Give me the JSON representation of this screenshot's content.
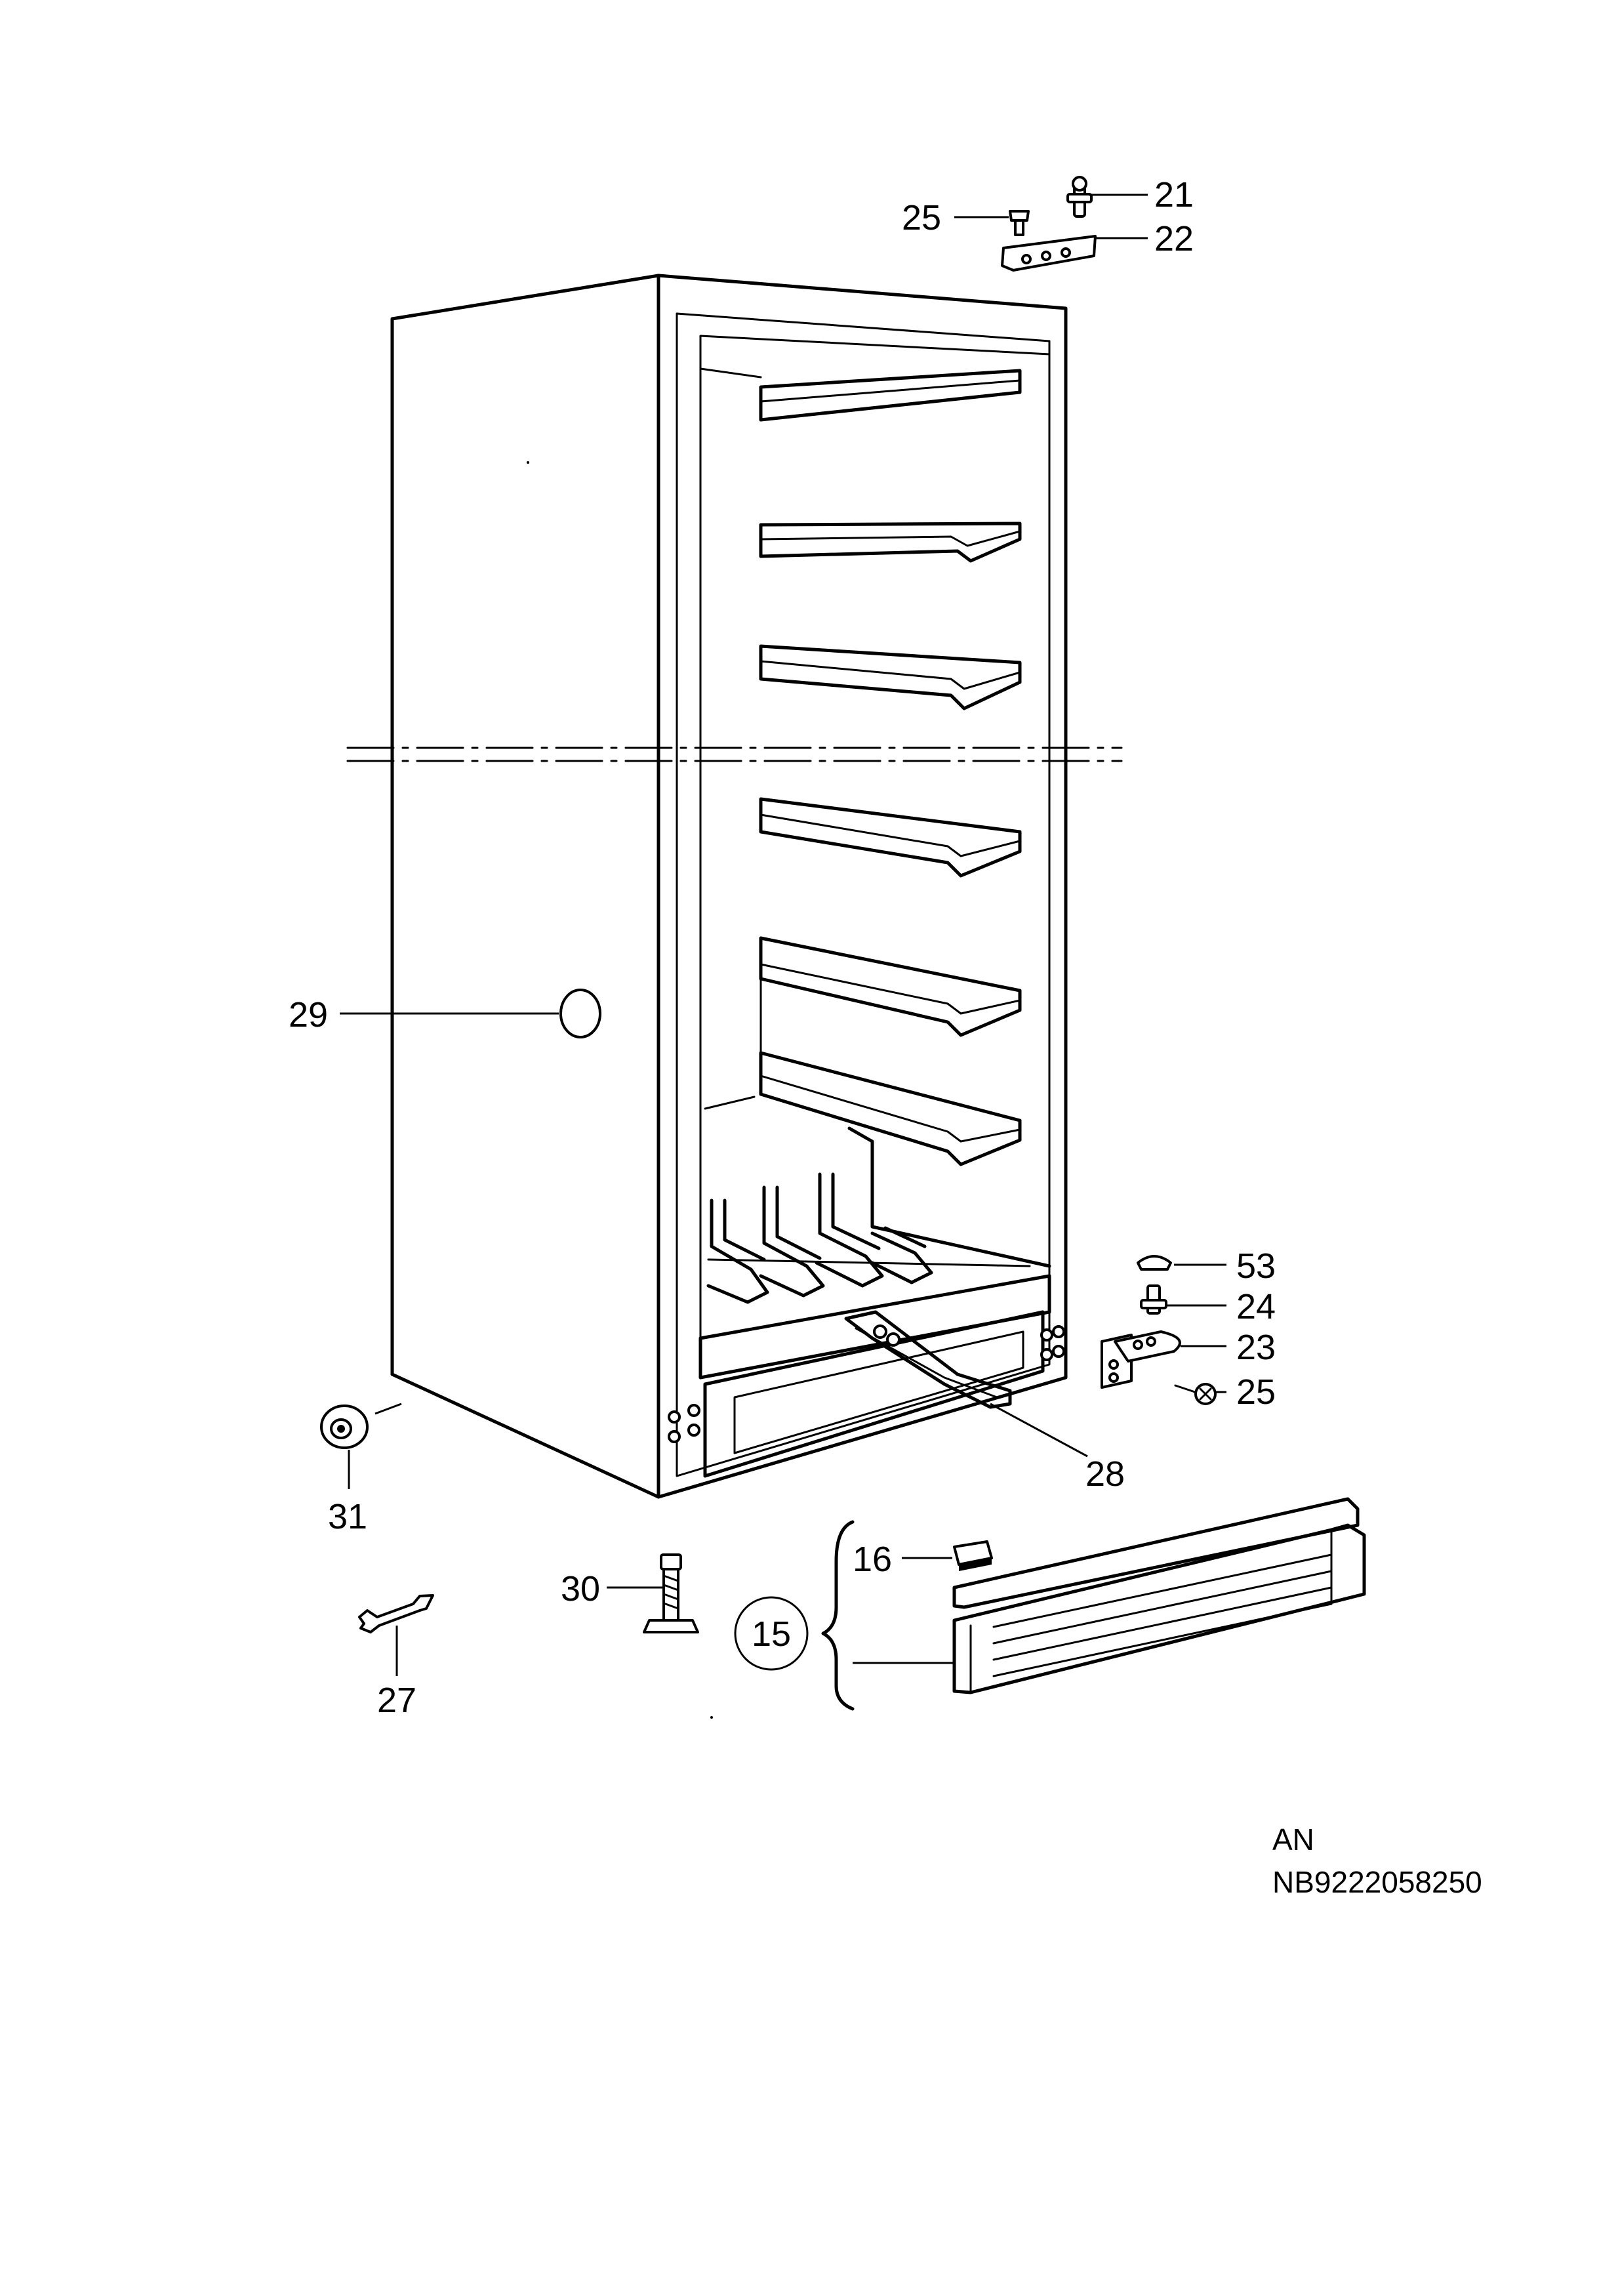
{
  "callouts": {
    "c25_top": "25",
    "c21": "21",
    "c22": "22",
    "c29": "29",
    "c53": "53",
    "c24": "24",
    "c23": "23",
    "c25_right": "25",
    "c28": "28",
    "c31": "31",
    "c16": "16",
    "c30": "30",
    "c15": "15",
    "c27": "27"
  },
  "footer": {
    "model": "AN",
    "code": "NB9222058250"
  },
  "colors": {
    "ink": "#000000",
    "paper": "#ffffff"
  }
}
